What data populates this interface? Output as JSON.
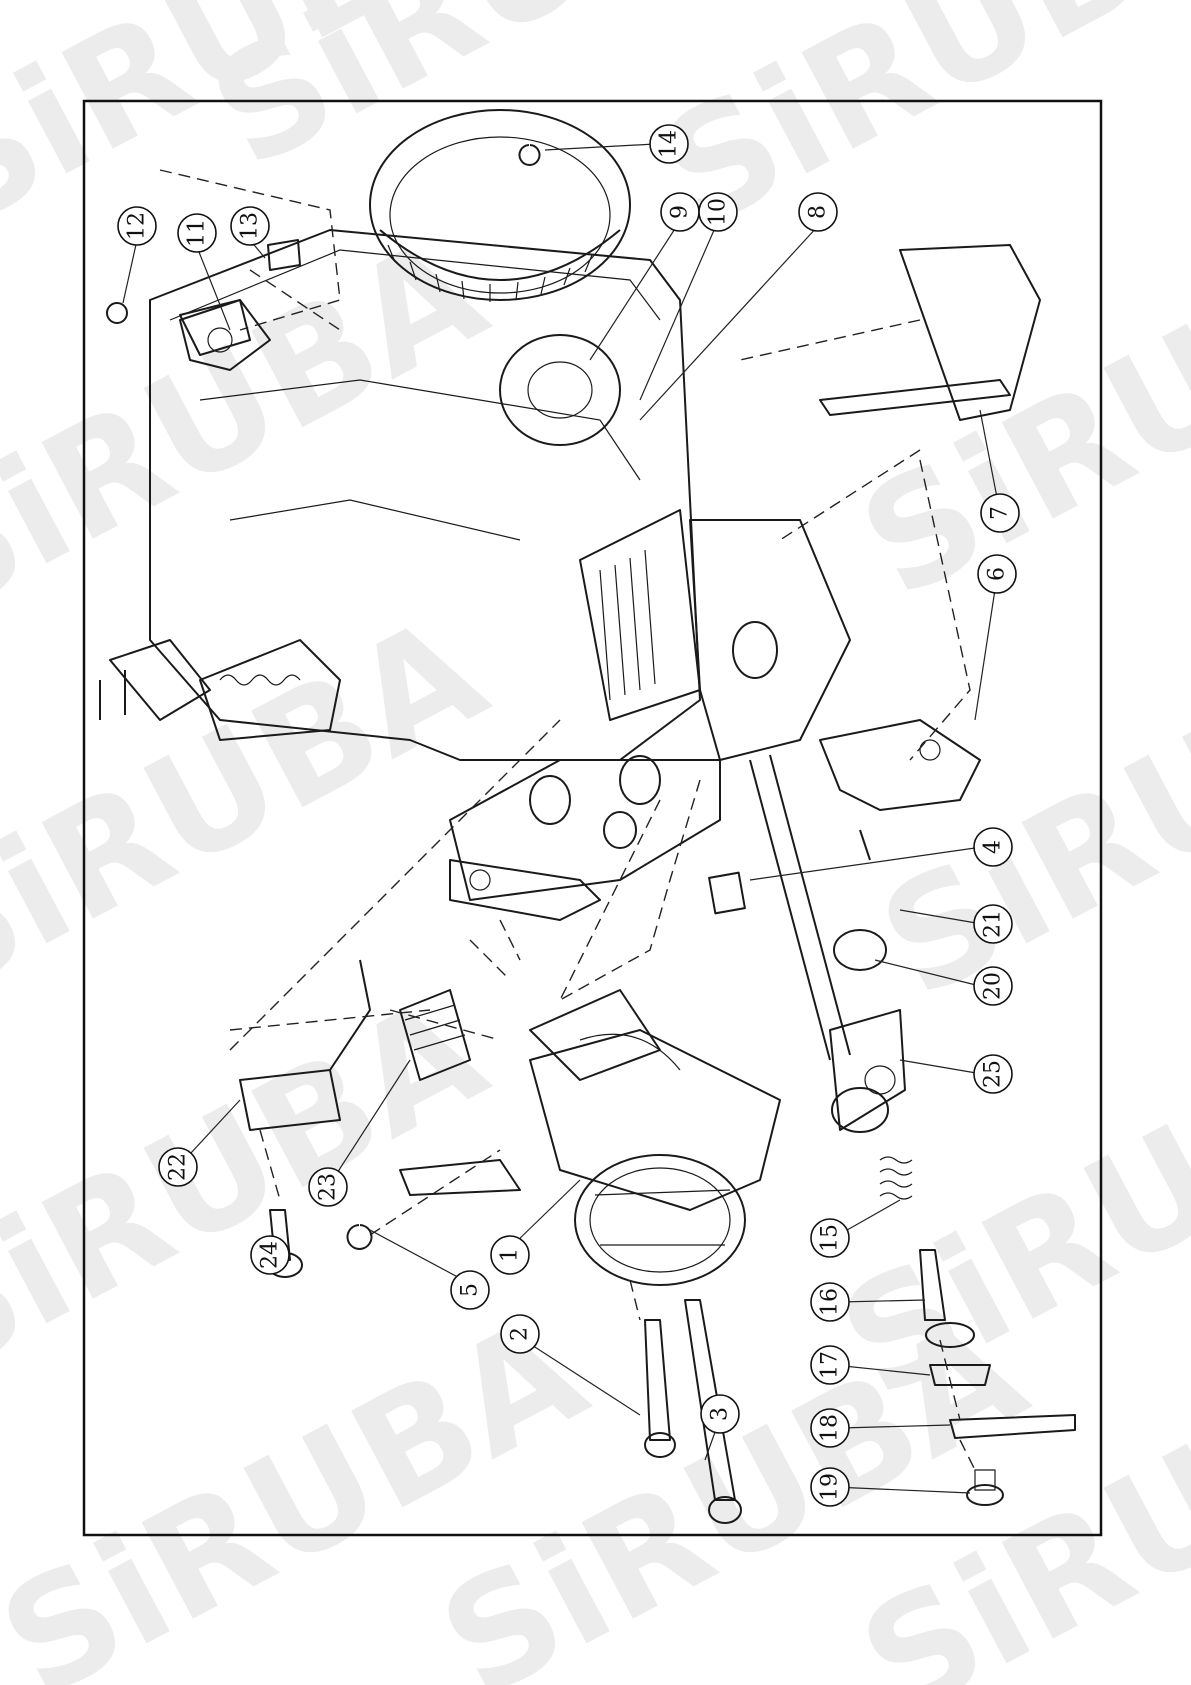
{
  "watermark": {
    "text": "SiRUBA",
    "color": "#ececec"
  },
  "frame": {
    "stroke": "#111111"
  },
  "callouts": [
    {
      "label": "1"
    },
    {
      "label": "2"
    },
    {
      "label": "3"
    },
    {
      "label": "4"
    },
    {
      "label": "5"
    },
    {
      "label": "6"
    },
    {
      "label": "7"
    },
    {
      "label": "8"
    },
    {
      "label": "9"
    },
    {
      "label": "10"
    },
    {
      "label": "11"
    },
    {
      "label": "12"
    },
    {
      "label": "13"
    },
    {
      "label": "14"
    },
    {
      "label": "15"
    },
    {
      "label": "16"
    },
    {
      "label": "17"
    },
    {
      "label": "18"
    },
    {
      "label": "19"
    },
    {
      "label": "20"
    },
    {
      "label": "21"
    },
    {
      "label": "22"
    },
    {
      "label": "23"
    },
    {
      "label": "24"
    },
    {
      "label": "25"
    }
  ]
}
